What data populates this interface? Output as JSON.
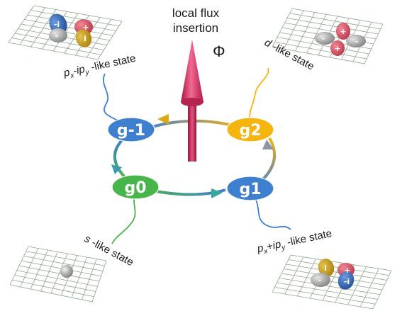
{
  "flux": {
    "title_line1": "local flux",
    "title_line2": "insertion",
    "symbol": "Φ",
    "arrow_color": "#d8336a"
  },
  "nodes": [
    {
      "id": "g-1",
      "label": "g-1",
      "color": "#3f7fd0"
    },
    {
      "id": "g2",
      "label": "g2",
      "color": "#f5b40e"
    },
    {
      "id": "g0",
      "label": "g0",
      "color": "#47b54a"
    },
    {
      "id": "g1",
      "label": "g1",
      "color": "#3f7fd0"
    }
  ],
  "states": {
    "px_minus_ipy": {
      "p": "p",
      "sub1": "x",
      "mid": "-ip",
      "sub2": "y",
      "tail": " -like state"
    },
    "d": {
      "main": "d",
      "tail": " -like state"
    },
    "s": {
      "main": "s",
      "tail": " -like state"
    },
    "px_plus_ipy": {
      "p": "p",
      "sub1": "x",
      "mid": "+ip",
      "sub2": "y",
      "tail": " -like state"
    }
  },
  "orbitals": {
    "px_minus_ipy": [
      "-i",
      "+",
      "-",
      "i"
    ],
    "d": [
      "-",
      "+",
      "+",
      "-"
    ],
    "px_plus_ipy": [
      "i",
      "+",
      "-",
      "-i"
    ]
  },
  "colors": {
    "blue_lobe": "#2f63b0",
    "red_lobe": "#cf4b5d",
    "yellow_lobe": "#c99a17",
    "gray_lobe": "#9c9c9c",
    "grid": "#8ea68e"
  }
}
